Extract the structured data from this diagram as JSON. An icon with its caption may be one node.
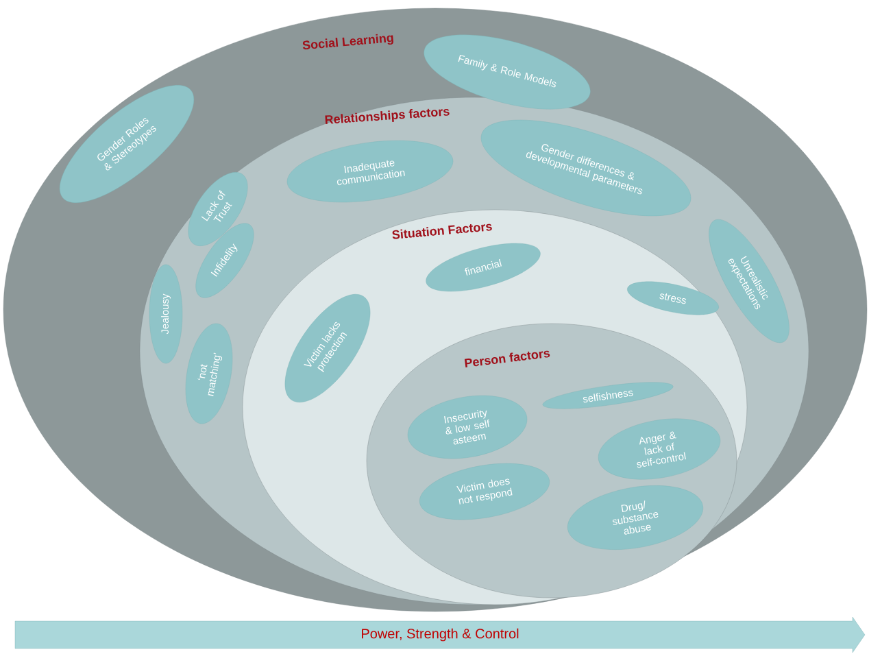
{
  "diagram": {
    "nodes": [
      {
        "text": [
          "Social Learning"
        ]
      },
      {
        "text": [
          "Family & Role Models"
        ],
        "in": 0
      },
      {
        "text": [
          "Gender Roles & Stereotypes"
        ],
        "in": 0
      },
      {
        "text": [
          "Relationships factors"
        ],
        "in": 0
      },
      {
        "text": [
          "Inadequate communication"
        ],
        "in": 3
      },
      {
        "text": [
          "Gender differences & developmental parameters"
        ],
        "in": 3
      },
      {
        "text": [
          "Lack of Trust"
        ],
        "in": 3
      },
      {
        "text": [
          "Infidelity"
        ],
        "in": 3
      },
      {
        "text": [
          "Jealousy"
        ],
        "in": 3
      },
      {
        "text": [
          "‘not matching’"
        ],
        "in": 3
      },
      {
        "text": [
          "Unrealistic expectations"
        ],
        "in": 3
      },
      {
        "text": [
          "Situation Factors"
        ],
        "in": 3
      },
      {
        "text": [
          "financial"
        ],
        "in": 11
      },
      {
        "text": [
          "stress"
        ],
        "in": 11
      },
      {
        "text": [
          "Victim lacks protection"
        ],
        "in": 11
      },
      {
        "text": [
          "Person factors"
        ],
        "in": 11
      },
      {
        "text": [
          "Insecurity & low self asteem"
        ],
        "in": 15
      },
      {
        "text": [
          "selfishness"
        ],
        "in": 15
      },
      {
        "text": [
          "Anger & lack of self-control"
        ],
        "in": 15
      },
      {
        "text": [
          "Victim does not respond"
        ],
        "in": 15
      },
      {
        "text": [
          "Drug/ substance abuse"
        ],
        "in": 15
      },
      {
        "text": [
          "Power, Strength & Control"
        ]
      }
    ]
  }
}
